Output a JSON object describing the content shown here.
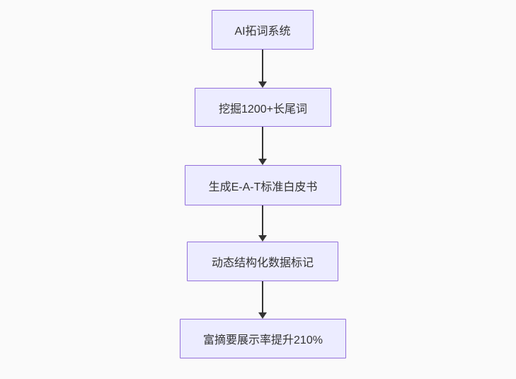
{
  "diagram": {
    "type": "flowchart",
    "direction": "top-down",
    "nodes": [
      {
        "id": "step-1",
        "label": "AI拓词系统"
      },
      {
        "id": "step-2",
        "label": "挖掘1200+长尾词"
      },
      {
        "id": "step-3",
        "label": "生成E-A-T标准白皮书"
      },
      {
        "id": "step-4",
        "label": "动态结构化数据标记"
      },
      {
        "id": "step-5",
        "label": "富摘要展示率提升210%"
      }
    ],
    "edges": [
      {
        "from": "step-1",
        "to": "step-2"
      },
      {
        "from": "step-2",
        "to": "step-3"
      },
      {
        "from": "step-3",
        "to": "step-4"
      },
      {
        "from": "step-4",
        "to": "step-5"
      }
    ],
    "colors": {
      "background": "#fafafa",
      "node_fill": "#ececff",
      "node_border": "#9370db",
      "node_text": "#333333",
      "edge": "#333333"
    }
  }
}
